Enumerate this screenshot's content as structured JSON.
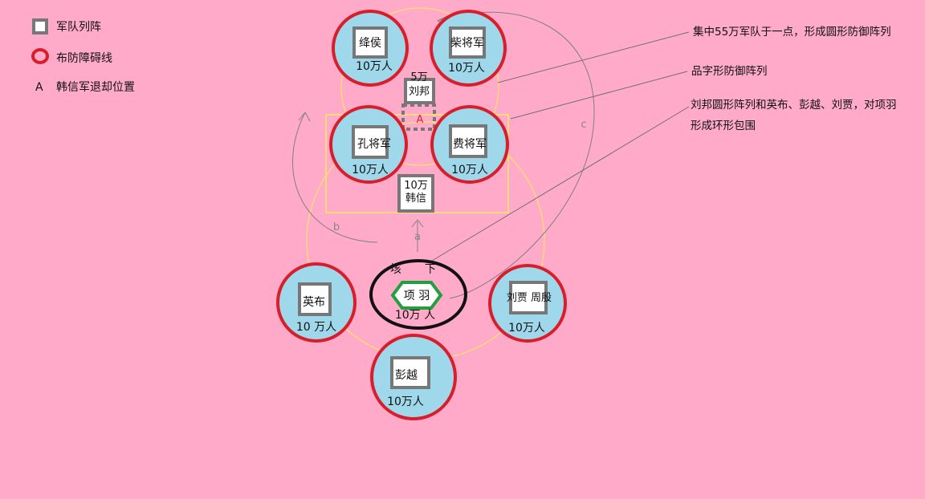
{
  "legend": {
    "formation": "军队列阵",
    "barrier": "布防障碍线",
    "retreat_marker": "A",
    "retreat": "韩信军退却位置"
  },
  "notes": {
    "concentrate": "集中55万军队于一点，形成圆形防御阵列",
    "pin_shape": "品字形防御阵列",
    "encircle_line1": "刘邦圆形阵列和英布、彭越、刘贾，对项羽",
    "encircle_line2": "形成环形包围"
  },
  "units": {
    "jianghou": {
      "name": "绛侯",
      "size": "10万人"
    },
    "chaijiang": {
      "name": "柴将军",
      "size": "10万人"
    },
    "kongjiang": {
      "name": "孔将军",
      "size": "10万人"
    },
    "feijiang": {
      "name": "费将军",
      "size": "10万人"
    },
    "liubang": {
      "size": "5万",
      "name": "刘邦"
    },
    "hanxin": {
      "size": "10万",
      "name": "韩信"
    },
    "yingbu": {
      "name": "英布",
      "size": "10 万人"
    },
    "liujia": {
      "name": "刘贾  周殷",
      "size": "10万人"
    },
    "pengyue": {
      "name": "彭越",
      "size": "10万人"
    },
    "xiangyu": {
      "name": "项 羽",
      "size": "10万 人",
      "place_left": "垓",
      "place_right": "下"
    }
  },
  "markers": {
    "retreat_a": "A",
    "arrow_a": "a",
    "arrow_b": "b",
    "arrow_c": "c"
  },
  "colors": {
    "background": "#ffaac8",
    "unit_fill": "#9fd8ea",
    "barrier": "#d81e2a",
    "box": "#777777",
    "guide": "#ffe566",
    "xiang": "#22a040",
    "ring": "#111111",
    "retreat": "#e0204a"
  }
}
